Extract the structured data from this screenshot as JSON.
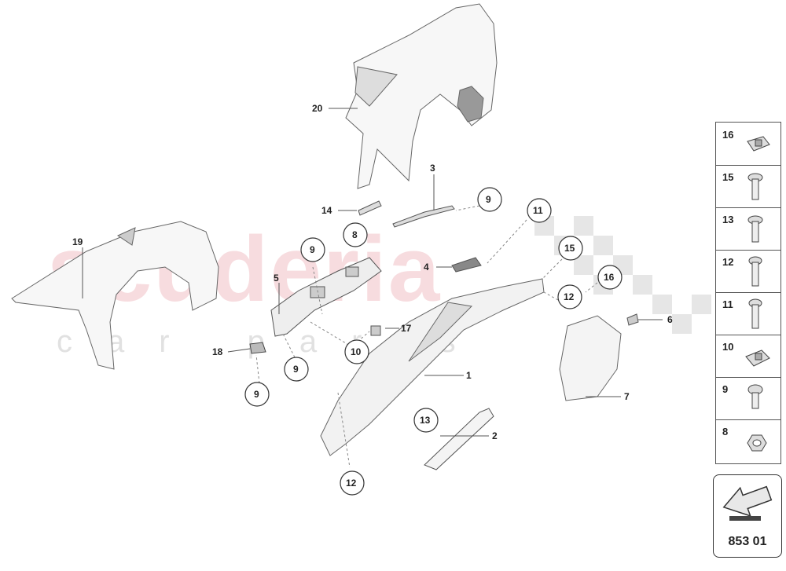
{
  "watermark": {
    "brand": "scuderia",
    "subtitle": "car parts"
  },
  "diagram_number": "853 01",
  "callouts": {
    "c1": "1",
    "c2": "2",
    "c3": "3",
    "c4": "4",
    "c5": "5",
    "c6": "6",
    "c7": "7",
    "c8": "8",
    "c9a": "9",
    "c9b": "9",
    "c9c": "9",
    "c9d": "9",
    "c10": "10",
    "c11": "11",
    "c12a": "12",
    "c12b": "12",
    "c13": "13",
    "c14": "14",
    "c15": "15",
    "c16": "16",
    "c17": "17",
    "c18": "18",
    "c19": "19",
    "c20": "20"
  },
  "legend": {
    "items": [
      {
        "number": "16",
        "icon": "clip-nut-icon"
      },
      {
        "number": "15",
        "icon": "screw-icon"
      },
      {
        "number": "13",
        "icon": "screw-icon"
      },
      {
        "number": "12",
        "icon": "screw-icon"
      },
      {
        "number": "11",
        "icon": "screw-icon"
      },
      {
        "number": "10",
        "icon": "clip-nut-icon"
      },
      {
        "number": "9",
        "icon": "screw-icon"
      },
      {
        "number": "8",
        "icon": "hex-nut-icon"
      }
    ]
  }
}
